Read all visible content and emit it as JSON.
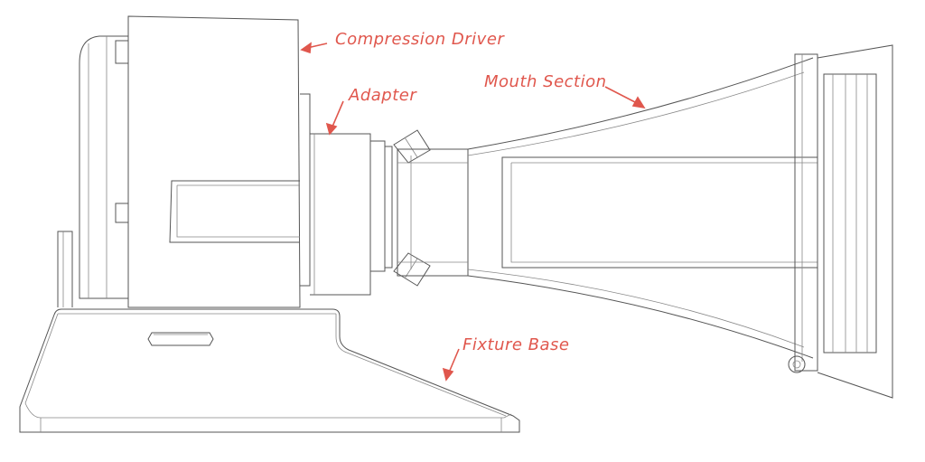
{
  "colors": {
    "annotation": "#e0574d",
    "line": "#555555"
  },
  "labels": {
    "compression_driver": "Compression Driver",
    "adapter": "Adapter",
    "mouth_section": "Mouth Section",
    "fixture_base": "Fixture Base"
  }
}
